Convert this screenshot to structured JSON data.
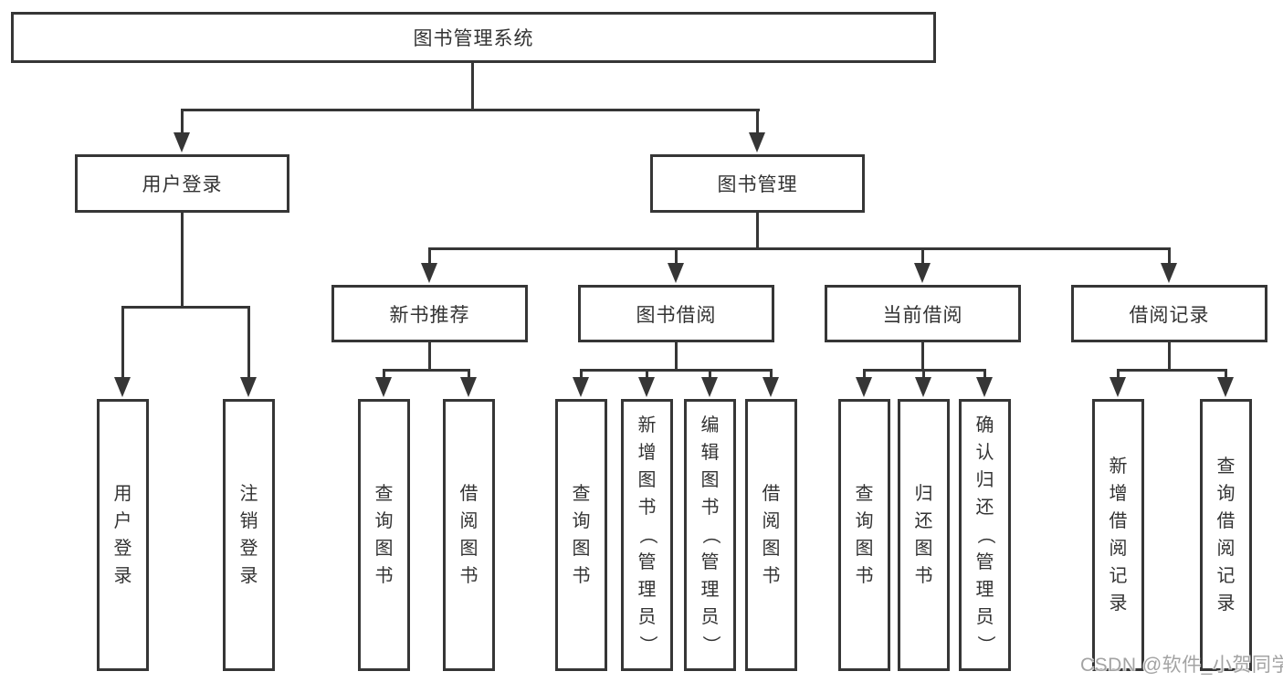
{
  "diagram": {
    "title": "图书管理系统",
    "root": {
      "label": "图书管理系统"
    },
    "branches": [
      {
        "label": "用户登录",
        "children": [
          {
            "label": "用户登录"
          },
          {
            "label": "注销登录"
          }
        ]
      },
      {
        "label": "图书管理",
        "sections": [
          {
            "label": "新书推荐",
            "children": [
              {
                "label": "查询图书"
              },
              {
                "label": "借阅图书"
              }
            ]
          },
          {
            "label": "图书借阅",
            "children": [
              {
                "label": "查询图书"
              },
              {
                "label": "新增图书（管理员）"
              },
              {
                "label": "编辑图书（管理员）"
              },
              {
                "label": "借阅图书"
              }
            ]
          },
          {
            "label": "当前借阅",
            "children": [
              {
                "label": "查询图书"
              },
              {
                "label": "归还图书"
              },
              {
                "label": "确认归还（管理员）"
              }
            ]
          },
          {
            "label": "借阅记录",
            "children": [
              {
                "label": "新增借阅记录"
              },
              {
                "label": "查询借阅记录"
              }
            ]
          }
        ]
      }
    ]
  },
  "watermark": {
    "text": "CSDN @软件_小贺同学"
  },
  "colors": {
    "line": "#363636",
    "text": "#333333",
    "background": "#ffffff"
  }
}
